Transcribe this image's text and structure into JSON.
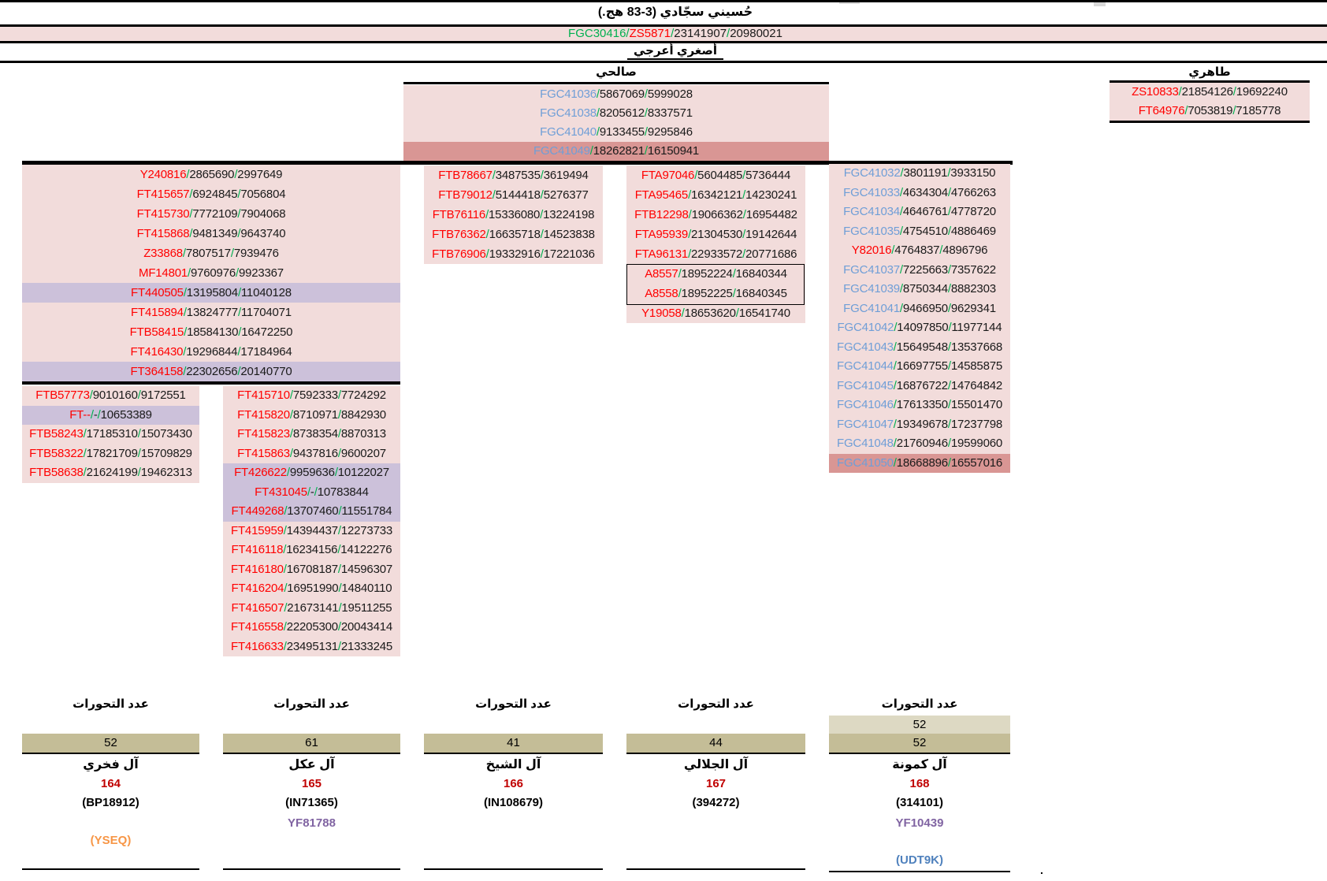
{
  "header": {
    "title": "حُسيني سجّادي (3-83 هج.)",
    "root": {
      "name1": "FGC30416",
      "name2": "ZS5871",
      "pos1": "23141907",
      "pos2": "20980021"
    },
    "subtitle": "أصغري أعرجي"
  },
  "branches": {
    "salehi": {
      "label": "صالحي",
      "rows": [
        {
          "n": "FGC41036",
          "c": "b",
          "p1": "5867069",
          "p2": "5999028"
        },
        {
          "n": "FGC41038",
          "c": "b",
          "p1": "8205612",
          "p2": "8337571"
        },
        {
          "n": "FGC41040",
          "c": "b",
          "p1": "9133455",
          "p2": "9295846"
        },
        {
          "n": "FGC41049",
          "c": "b",
          "p1": "18262821",
          "p2": "16150941",
          "bg": "d"
        }
      ]
    },
    "taheri": {
      "label": "طاهري",
      "rows": [
        {
          "n": "ZS10833",
          "p1": "21854126",
          "p2": "19692240"
        },
        {
          "n": "FT64976",
          "p1": "7053819",
          "p2": "7185778"
        }
      ]
    },
    "left_main": {
      "rows": [
        {
          "n": "Y240816",
          "p1": "2865690",
          "p2": "2997649"
        },
        {
          "n": "FT415657",
          "p1": "6924845",
          "p2": "7056804"
        },
        {
          "n": "FT415730",
          "p1": "7772109",
          "p2": "7904068"
        },
        {
          "n": "FT415868",
          "p1": "9481349",
          "p2": "9643740"
        },
        {
          "n": "Z33868",
          "p1": "7807517",
          "p2": "7939476"
        },
        {
          "n": "MF14801",
          "p1": "9760976",
          "p2": "9923367"
        },
        {
          "n": "FT440505",
          "p1": "13195804",
          "p2": "11040128",
          "bg": "v"
        },
        {
          "n": "FT415894",
          "p1": "13824777",
          "p2": "11704071"
        },
        {
          "n": "FTB58415",
          "p1": "18584130",
          "p2": "16472250"
        },
        {
          "n": "FT416430",
          "p1": "19296844",
          "p2": "17184964"
        },
        {
          "n": "FT364158",
          "p1": "22302656",
          "p2": "20140770",
          "bg": "v"
        }
      ]
    },
    "left_sub1": {
      "rows": [
        {
          "n": "FTB57773",
          "p1": "9010160",
          "p2": "9172551"
        },
        {
          "n": "FT--",
          "p1": "-",
          "p2": "10653389",
          "bg": "v"
        },
        {
          "n": "FTB58243",
          "p1": "17185310",
          "p2": "15073430"
        },
        {
          "n": "FTB58322",
          "p1": "17821709",
          "p2": "15709829"
        },
        {
          "n": "FTB58638",
          "p1": "21624199",
          "p2": "19462313"
        }
      ]
    },
    "left_sub2": {
      "rows": [
        {
          "n": "FT415710",
          "p1": "7592333",
          "p2": "7724292"
        },
        {
          "n": "FT415820",
          "p1": "8710971",
          "p2": "8842930"
        },
        {
          "n": "FT415823",
          "p1": "8738354",
          "p2": "8870313"
        },
        {
          "n": "FT415863",
          "p1": "9437816",
          "p2": "9600207"
        },
        {
          "n": "FT426622",
          "p1": "9959636",
          "p2": "10122027",
          "bg": "v"
        },
        {
          "n": "FT431045",
          "p1": "-",
          "p2": "10783844",
          "bg": "v"
        },
        {
          "n": "FT449268",
          "p1": "13707460",
          "p2": "11551784",
          "bg": "v"
        },
        {
          "n": "FT415959",
          "p1": "14394437",
          "p2": "12273733"
        },
        {
          "n": "FT416118",
          "p1": "16234156",
          "p2": "14122276"
        },
        {
          "n": "FT416180",
          "p1": "16708187",
          "p2": "14596307"
        },
        {
          "n": "FT416204",
          "p1": "16951990",
          "p2": "14840110"
        },
        {
          "n": "FT416507",
          "p1": "21673141",
          "p2": "19511255"
        },
        {
          "n": "FT416558",
          "p1": "22205300",
          "p2": "20043414"
        },
        {
          "n": "FT416633",
          "p1": "23495131",
          "p2": "21333245"
        }
      ]
    },
    "mid1": {
      "rows": [
        {
          "n": "FTB78667",
          "p1": "3487535",
          "p2": "3619494"
        },
        {
          "n": "FTB79012",
          "p1": "5144418",
          "p2": "5276377"
        },
        {
          "n": "FTB76116",
          "p1": "15336080",
          "p2": "13224198"
        },
        {
          "n": "FTB76362",
          "p1": "16635718",
          "p2": "14523838"
        },
        {
          "n": "FTB76906",
          "p1": "19332916",
          "p2": "17221036"
        }
      ]
    },
    "mid2": {
      "rows": [
        {
          "n": "FTA97046",
          "p1": "5604485",
          "p2": "5736444"
        },
        {
          "n": "FTA95465",
          "p1": "16342121",
          "p2": "14230241"
        },
        {
          "n": "FTB12298",
          "p1": "19066362",
          "p2": "16954482"
        },
        {
          "n": "FTA95939",
          "p1": "21304530",
          "p2": "19142644"
        },
        {
          "n": "FTA96131",
          "p1": "22933572",
          "p2": "20771686"
        },
        {
          "n": "A8557",
          "p1": "18952224",
          "p2": "16840344"
        },
        {
          "n": "A8558",
          "p1": "18952225",
          "p2": "16840345"
        },
        {
          "n": "Y19058",
          "p1": "18653620",
          "p2": "16541740"
        }
      ]
    },
    "right": {
      "rows": [
        {
          "n": "FGC41032",
          "c": "b",
          "p1": "3801191",
          "p2": "3933150"
        },
        {
          "n": "FGC41033",
          "c": "b",
          "p1": "4634304",
          "p2": "4766263"
        },
        {
          "n": "FGC41034",
          "c": "b",
          "p1": "4646761",
          "p2": "4778720"
        },
        {
          "n": "FGC41035",
          "c": "b",
          "p1": "4754510",
          "p2": "4886469"
        },
        {
          "n": "Y82016",
          "p1": "4764837",
          "p2": "4896796"
        },
        {
          "n": "FGC41037",
          "c": "b",
          "p1": "7225663",
          "p2": "7357622"
        },
        {
          "n": "FGC41039",
          "c": "b",
          "p1": "8750344",
          "p2": "8882303"
        },
        {
          "n": "FGC41041",
          "c": "b",
          "p1": "9466950",
          "p2": "9629341"
        },
        {
          "n": "FGC41042",
          "c": "b",
          "p1": "14097850",
          "p2": "11977144"
        },
        {
          "n": "FGC41043",
          "c": "b",
          "p1": "15649548",
          "p2": "13537668"
        },
        {
          "n": "FGC41044",
          "c": "b",
          "p1": "16697755",
          "p2": "14585875"
        },
        {
          "n": "FGC41045",
          "c": "b",
          "p1": "16876722",
          "p2": "14764842"
        },
        {
          "n": "FGC41046",
          "c": "b",
          "p1": "17613350",
          "p2": "15501470"
        },
        {
          "n": "FGC41047",
          "c": "b",
          "p1": "19349678",
          "p2": "17237798"
        },
        {
          "n": "FGC41048",
          "c": "b",
          "p1": "21760946",
          "p2": "19599060"
        },
        {
          "n": "FGC41050",
          "c": "b",
          "p1": "18668896",
          "p2": "16557016",
          "bg": "d"
        }
      ]
    }
  },
  "clans": {
    "label": "عدد التحورات",
    "items": [
      {
        "count": "52",
        "name": "آل فخري",
        "number": "164",
        "kit": "(BP18912)",
        "yf": "",
        "extra": "(YSEQ)"
      },
      {
        "count": "61",
        "name": "آل عكل",
        "number": "165",
        "kit": "(IN71365)",
        "yf": "YF81788",
        "extra": ""
      },
      {
        "count": "41",
        "name": "آل الشيخ",
        "number": "166",
        "kit": "(IN108679)",
        "yf": "",
        "extra": ""
      },
      {
        "count": "44",
        "name": "آل الجلالي",
        "number": "167",
        "kit": "(394272)",
        "yf": "",
        "extra": ""
      },
      {
        "count_light": "52",
        "count": "52",
        "name": "آل كمونة",
        "number": "168",
        "kit": "(314101)",
        "yf": "YF10439",
        "extra": "(UDT9K)"
      }
    ]
  },
  "misc": {
    "trailing_dot": "."
  },
  "colors": {
    "pink_bg": "#f2dcdb",
    "purple_bg": "#ccc1da",
    "salmon_bg": "#d99694",
    "tan_box": "#c4bd97",
    "tan_light_box": "#ddd9c3",
    "snp_red": "#ff0000",
    "snp_blue": "#6f9ed7",
    "slash_green": "#00b050",
    "clan_number_red": "#c00000",
    "yfull_purple": "#8064a2",
    "yseq_orange": "#f79646",
    "udt_blue": "#4f81bd"
  }
}
